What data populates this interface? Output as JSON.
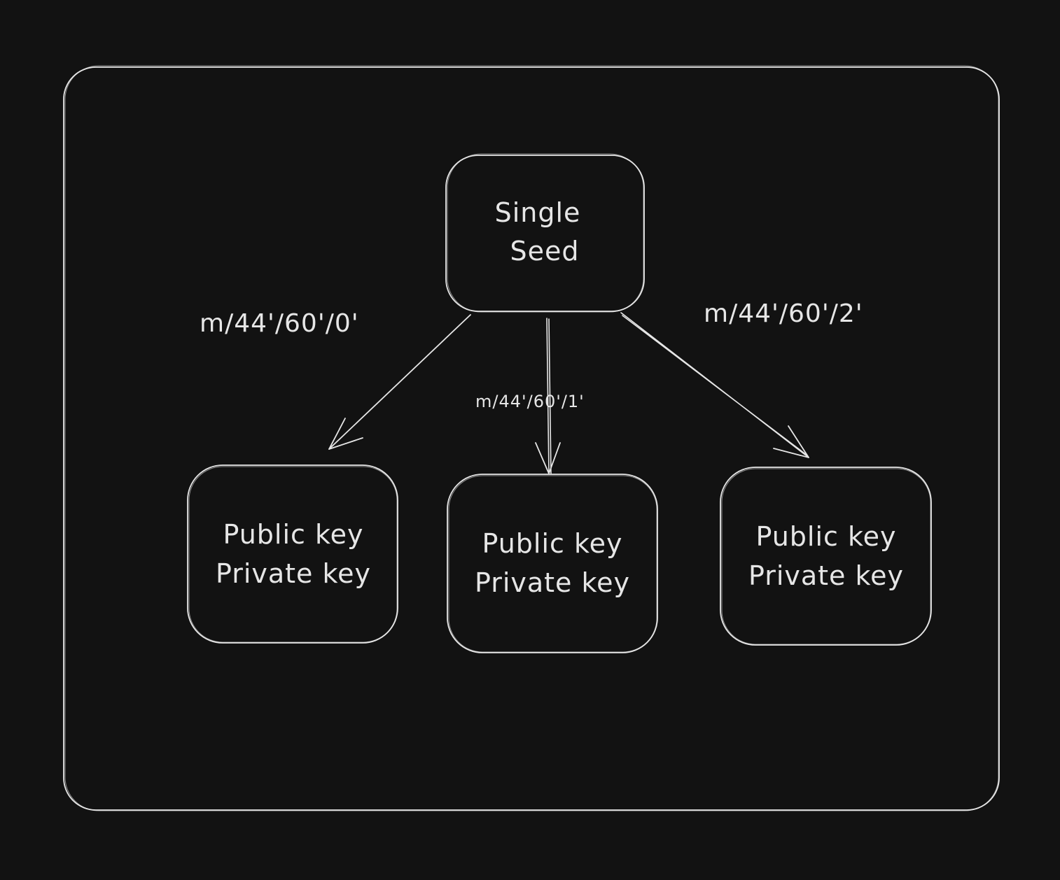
{
  "colors": {
    "background": "#121212",
    "stroke": "#e6e6e6",
    "text": "#e6e6e6"
  },
  "root_node": {
    "line1": "Single",
    "line2": "Seed"
  },
  "child_nodes": [
    {
      "line1": "Public key",
      "line2": "Private key"
    },
    {
      "line1": "Public key",
      "line2": "Private key"
    },
    {
      "line1": "Public key",
      "line2": "Private key"
    }
  ],
  "edge_labels": {
    "left": "m/44'/60'/0'",
    "middle": "m/44'/60'/1'",
    "right": "m/44'/60'/2'"
  }
}
